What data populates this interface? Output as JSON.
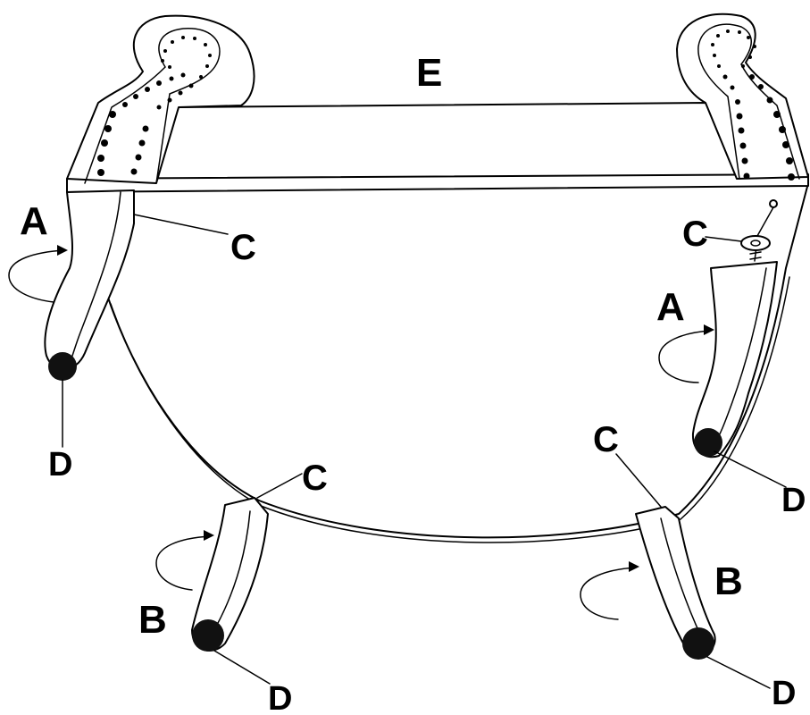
{
  "labels": {
    "A": "A",
    "B": "B",
    "C": "C",
    "D": "D",
    "E": "E"
  },
  "colors": {
    "ink": "#000000",
    "foot": "#111111",
    "background": "#ffffff"
  }
}
